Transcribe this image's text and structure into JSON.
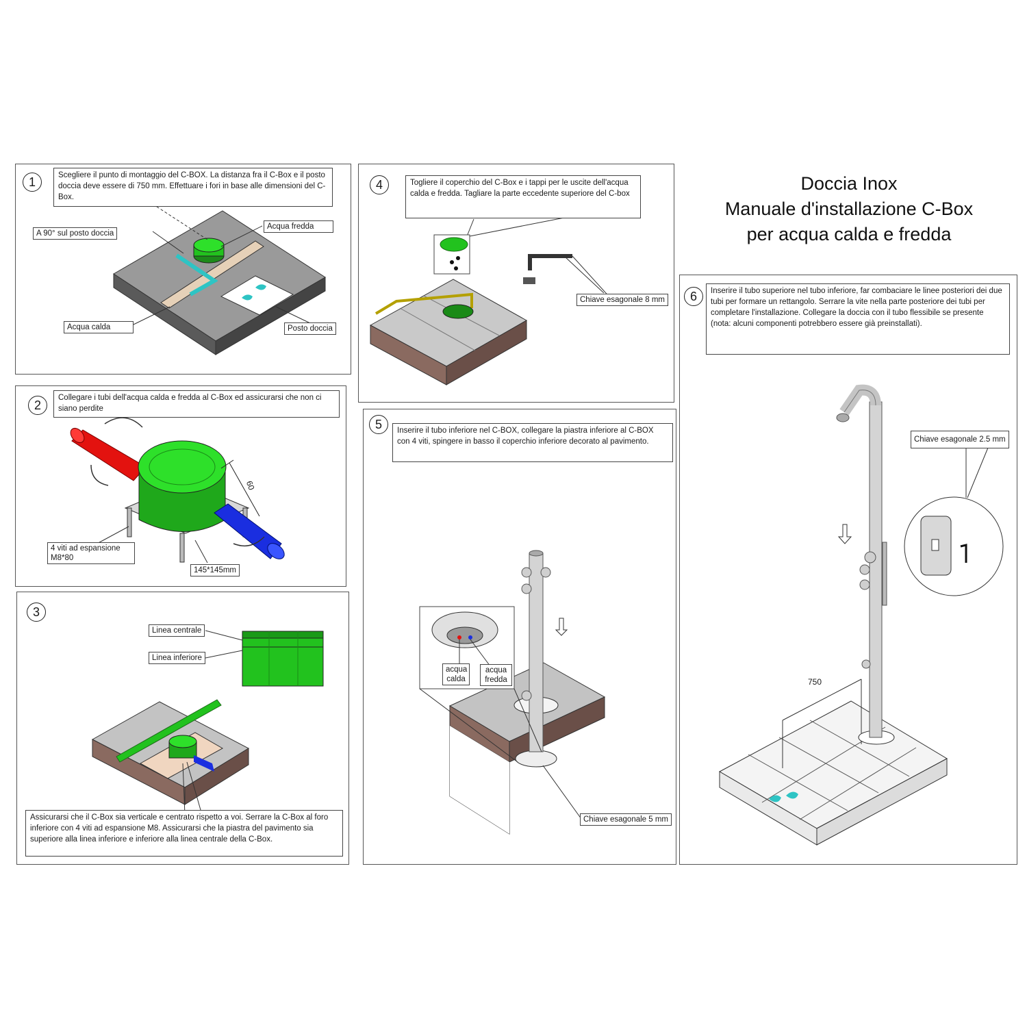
{
  "title": {
    "line1": "Doccia Inox",
    "line2": "Manuale d'installazione C-Box",
    "line3": "per acqua calda e fredda"
  },
  "steps": [
    {
      "number": "1",
      "text": "Scegliere il punto di montaggio del C-BOX. La distanza fra il C-Box e il posto doccia deve essere di 750 mm. Effettuare i fori in base alle dimensioni del C-Box.",
      "labels": {
        "angle": "A 90° sul posto doccia",
        "cold": "Acqua fredda",
        "hot": "Acqua calda",
        "spot": "Posto doccia"
      }
    },
    {
      "number": "2",
      "text": "Collegare i tubi dell'acqua calda e fredda al C-Box ed assicurarsi che non ci siano perdite",
      "labels": {
        "screws": "4 viti ad espansione M8*80",
        "size": "145*145mm",
        "dim": "60"
      }
    },
    {
      "number": "3",
      "text": "Assicurarsi che il C-Box sia verticale e centrato rispetto a voi. Serrare la C-Box al foro inferiore con 4 viti ad espansione M8. Assicurarsi che la piastra del pavimento sia superiore alla linea inferiore e inferiore alla linea centrale della C-Box.",
      "labels": {
        "center_line": "Linea centrale",
        "lower_line": "Linea inferiore"
      }
    },
    {
      "number": "4",
      "text": "Togliere il coperchio del C-Box e i tappi per le uscite dell'acqua calda e fredda. Tagliare la parte eccedente superiore del C-box",
      "labels": {
        "key": "Chiave esagonale 8 mm"
      }
    },
    {
      "number": "5",
      "text": "Inserire il tubo inferiore nel C-BOX, collegare la piastra inferiore al C-BOX con 4 viti, spingere in basso il coperchio inferiore decorato al pavimento.",
      "labels": {
        "hot": "acqua calda",
        "cold": "acqua fredda",
        "key": "Chiave esagonale 5 mm"
      }
    },
    {
      "number": "6",
      "text": "Inserire il tubo superiore nel tubo inferiore, far combaciare le linee posteriori dei due tubi per formare un rettangolo. Serrare la vite nella parte posteriore dei tubi per completare l'installazione. Collegare la doccia con il tubo flessibile se presente (nota: alcuni componenti potrebbero essere già preinstallati).",
      "labels": {
        "key": "Chiave esagonale 2.5 mm",
        "distance": "750"
      }
    }
  ],
  "colors": {
    "green": "#22c21e",
    "red": "#e3120f",
    "blue": "#1a2ee0",
    "cyan": "#2ec4c4",
    "concrete": "#8a8a8a",
    "tile": "#c9c9c9"
  }
}
